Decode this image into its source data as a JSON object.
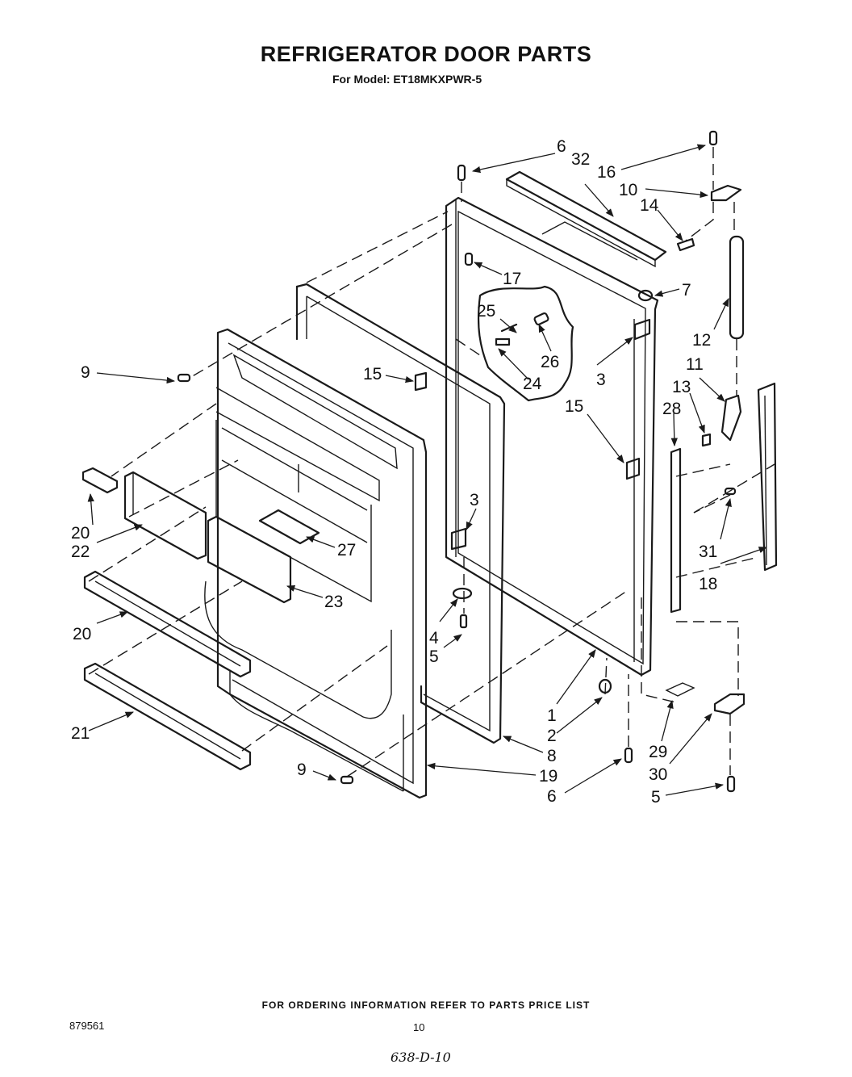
{
  "title": "REFRIGERATOR DOOR PARTS",
  "subtitle": "For Model: ET18MKXPWR-5",
  "footer_note": "FOR ORDERING INFORMATION REFER TO PARTS PRICE LIST",
  "document_number": "879561",
  "page_number": "10",
  "handwritten_note": "638-D-10",
  "callouts": [
    {
      "id": "c6a",
      "label": "6"
    },
    {
      "id": "c32",
      "label": "32"
    },
    {
      "id": "c16",
      "label": "16"
    },
    {
      "id": "c10",
      "label": "10"
    },
    {
      "id": "c14",
      "label": "14"
    },
    {
      "id": "c17",
      "label": "17"
    },
    {
      "id": "c7",
      "label": "7"
    },
    {
      "id": "c25",
      "label": "25"
    },
    {
      "id": "c12",
      "label": "12"
    },
    {
      "id": "c26",
      "label": "26"
    },
    {
      "id": "c9a",
      "label": "9"
    },
    {
      "id": "c15a",
      "label": "15"
    },
    {
      "id": "c24",
      "label": "24"
    },
    {
      "id": "c3a",
      "label": "3"
    },
    {
      "id": "c11",
      "label": "11"
    },
    {
      "id": "c13",
      "label": "13"
    },
    {
      "id": "c15b",
      "label": "15"
    },
    {
      "id": "c28",
      "label": "28"
    },
    {
      "id": "c3b",
      "label": "3"
    },
    {
      "id": "c20a",
      "label": "20"
    },
    {
      "id": "c22",
      "label": "22"
    },
    {
      "id": "c27",
      "label": "27"
    },
    {
      "id": "c31",
      "label": "31"
    },
    {
      "id": "c18",
      "label": "18"
    },
    {
      "id": "c23",
      "label": "23"
    },
    {
      "id": "c4",
      "label": "4"
    },
    {
      "id": "c20b",
      "label": "20"
    },
    {
      "id": "c5a",
      "label": "5"
    },
    {
      "id": "c1",
      "label": "1"
    },
    {
      "id": "c2",
      "label": "2"
    },
    {
      "id": "c21",
      "label": "21"
    },
    {
      "id": "c8",
      "label": "8"
    },
    {
      "id": "c29",
      "label": "29"
    },
    {
      "id": "c9b",
      "label": "9"
    },
    {
      "id": "c19",
      "label": "19"
    },
    {
      "id": "c30",
      "label": "30"
    },
    {
      "id": "c6b",
      "label": "6"
    },
    {
      "id": "c5b",
      "label": "5"
    }
  ]
}
